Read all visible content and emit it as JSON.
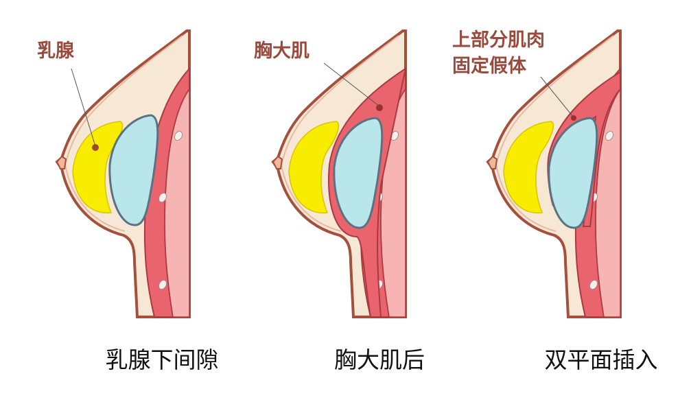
{
  "panels": [
    {
      "label": "乳腺",
      "caption": "乳腺下间隙"
    },
    {
      "label": "胸大肌",
      "caption": "胸大肌后"
    },
    {
      "label_line1": "上部分肌肉",
      "label_line2": "固定假体",
      "caption": "双平面插入"
    }
  ],
  "colors": {
    "skin": "#f6e8d4",
    "skin_outline": "#a4503c",
    "gland": "#f8ec00",
    "implant": "#b8e6ea",
    "muscle": "#e9646c",
    "rib_band": "#f6b4b2",
    "label": "#9a4a3c"
  }
}
